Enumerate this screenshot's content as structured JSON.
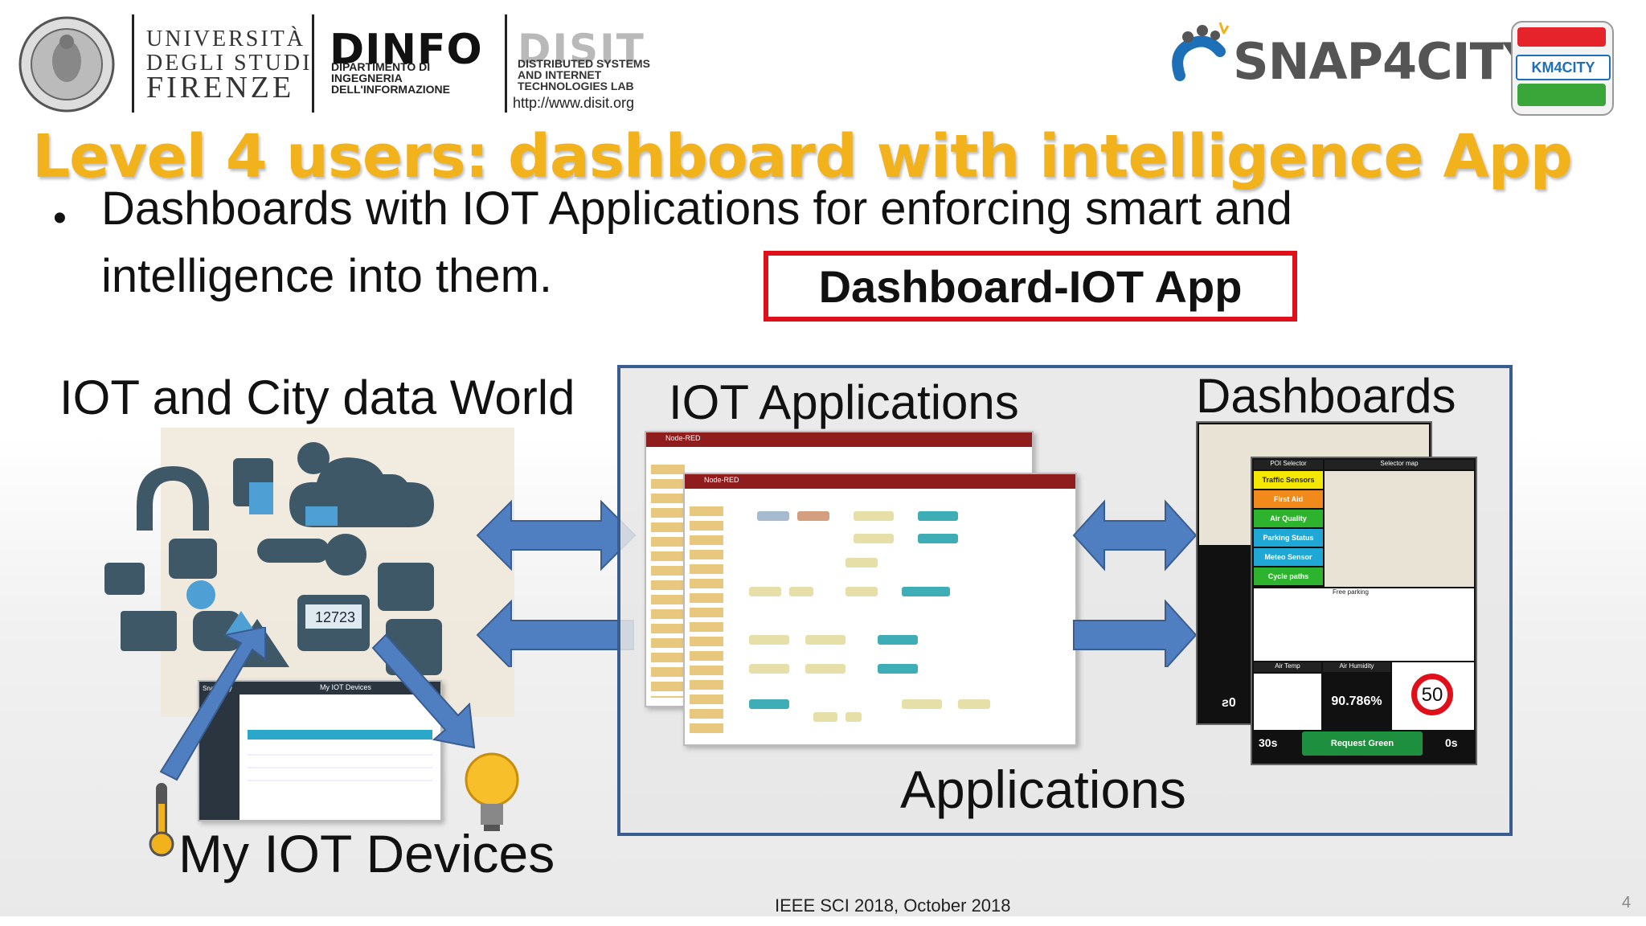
{
  "header": {
    "unifi": {
      "line1": "UNIVERSITÀ",
      "line2": "DEGLI STUDI",
      "line3": "FIRENZE"
    },
    "dinfo": {
      "title": "DINFO",
      "sub1": "DIPARTIMENTO DI",
      "sub2": "INGEGNERIA",
      "sub3": "DELL'INFORMAZIONE"
    },
    "disit": {
      "title": "DISIT",
      "sub1": "DISTRIBUTED SYSTEMS",
      "sub2": "AND INTERNET",
      "sub3": "TECHNOLOGIES LAB",
      "url": "http://www.disit.org"
    },
    "snap": {
      "text": "SNAP4CITY"
    },
    "km4": {
      "text": "KM4CITY"
    }
  },
  "slide": {
    "title": "Level 4 users: dashboard with intelligence App",
    "bullet_line1": "Dashboards with IOT Applications for enforcing smart and",
    "bullet_line2": "intelligence into them.",
    "callout": "Dashboard-IOT App",
    "world_label": "IOT and City data World",
    "iot_apps_label": "IOT Applications",
    "dashboards_label": "Dashboards",
    "applications_label": "Applications",
    "devices_label": "My IOT Devices",
    "footer": "IEEE SCI 2018, October 2018",
    "page_number": "4"
  },
  "screens": {
    "devices_window_title": "My IOT Devices",
    "devices_app": "SnapaCity",
    "nodered_title": "Node-RED",
    "dash_selector_title": "POI Selector",
    "dash_map_title": "Selector map",
    "dash_items": [
      "Traffic Sensors",
      "First Aid",
      "Air Quality",
      "Parking Status",
      "Meteo Sensor",
      "Cycle paths"
    ],
    "dash_free_parking": "Free parking",
    "dash_air_temp": "Air Temp",
    "dash_air_humidity": "Air Humidity",
    "dash_humidity_value": "90.786%",
    "dash_speed": "50",
    "dash_left_value": "ƨ0",
    "dash_timer1": "30s",
    "dash_button": "Request Green",
    "dash_timer2": "0s"
  },
  "colors": {
    "title": "#f2b21b",
    "callout_border": "#e0101b",
    "panel_border": "#3a5d91",
    "arrow": "#4f7fc0"
  }
}
